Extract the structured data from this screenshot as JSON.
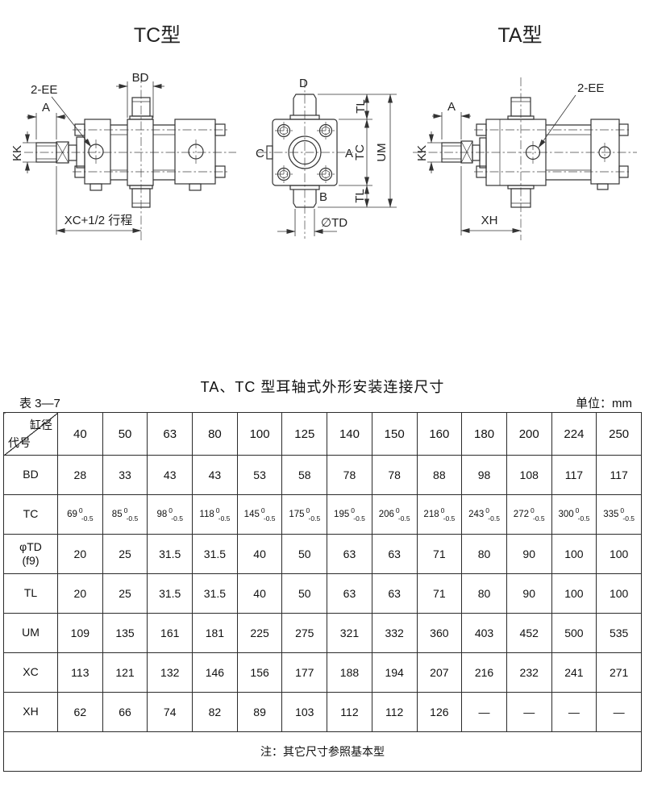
{
  "document": {
    "caption": "TA、TC 型耳轴式外形安装连接尺寸",
    "table_no": "表 3—7",
    "unit": "单位：mm",
    "note": "注：其它尺寸参照基本型"
  },
  "drawings": {
    "tc_view": {
      "title": "TC型",
      "labels": {
        "ee": "2-EE",
        "bd": "BD",
        "a": "A",
        "kk": "KK",
        "xc": "XC+1/2 行程"
      }
    },
    "end_view": {
      "labels": {
        "d": "D",
        "b": "B",
        "c": "C",
        "a": "A",
        "tl_top": "TL",
        "tc": "TC",
        "um": "UM",
        "tl_bottom": "TL",
        "td": "∅TD"
      }
    },
    "ta_view": {
      "title": "TA型",
      "labels": {
        "ee": "2-EE",
        "a": "A",
        "kk": "KK",
        "xh": "XH"
      }
    }
  },
  "table": {
    "corner_top": "缸径",
    "corner_bottom": "代号",
    "columns": [
      "40",
      "50",
      "63",
      "80",
      "100",
      "125",
      "140",
      "150",
      "160",
      "180",
      "200",
      "224",
      "250"
    ],
    "rows": [
      {
        "name": "BD",
        "values": [
          "28",
          "33",
          "43",
          "43",
          "53",
          "58",
          "78",
          "78",
          "88",
          "98",
          "108",
          "117",
          "117"
        ]
      },
      {
        "name": "TC",
        "tolerance": {
          "upper": "0",
          "lower": "-0.5"
        },
        "values": [
          "69",
          "85",
          "98",
          "118",
          "145",
          "175",
          "195",
          "206",
          "218",
          "243",
          "272",
          "300",
          "335"
        ]
      },
      {
        "name": "φTD",
        "name_sub": "(f9)",
        "values": [
          "20",
          "25",
          "31.5",
          "31.5",
          "40",
          "50",
          "63",
          "63",
          "71",
          "80",
          "90",
          "100",
          "100"
        ]
      },
      {
        "name": "TL",
        "values": [
          "20",
          "25",
          "31.5",
          "31.5",
          "40",
          "50",
          "63",
          "63",
          "71",
          "80",
          "90",
          "100",
          "100"
        ]
      },
      {
        "name": "UM",
        "values": [
          "109",
          "135",
          "161",
          "181",
          "225",
          "275",
          "321",
          "332",
          "360",
          "403",
          "452",
          "500",
          "535"
        ]
      },
      {
        "name": "XC",
        "values": [
          "113",
          "121",
          "132",
          "146",
          "156",
          "177",
          "188",
          "194",
          "207",
          "216",
          "232",
          "241",
          "271"
        ]
      },
      {
        "name": "XH",
        "values": [
          "62",
          "66",
          "74",
          "82",
          "89",
          "103",
          "112",
          "112",
          "126",
          "—",
          "—",
          "—",
          "—"
        ]
      }
    ]
  }
}
